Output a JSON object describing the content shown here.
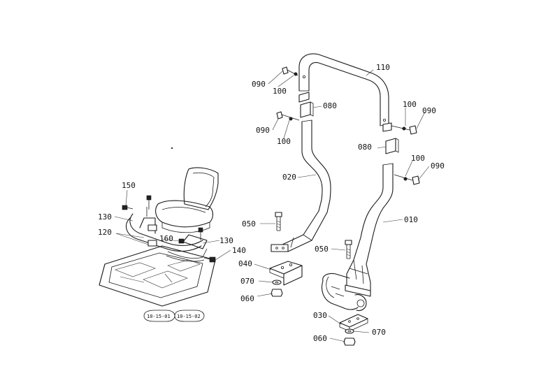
{
  "callouts": {
    "c010": "010",
    "c020": "020",
    "c030": "030",
    "c040": "040",
    "c050a": "050",
    "c050b": "050",
    "c060a": "060",
    "c060b": "060",
    "c070a": "070",
    "c070b": "070",
    "c080a": "080",
    "c080b": "080",
    "c090a": "090",
    "c090b": "090",
    "c090c": "090",
    "c090d": "090",
    "c100a": "100",
    "c100b": "100",
    "c100c": "100",
    "c100d": "100",
    "c110": "110",
    "c120": "120",
    "c130a": "130",
    "c130b": "130",
    "c140": "140",
    "c150": "150",
    "c160": "160"
  },
  "refs": {
    "ref_left": "10-15-01",
    "ref_right": "10-15-02"
  }
}
